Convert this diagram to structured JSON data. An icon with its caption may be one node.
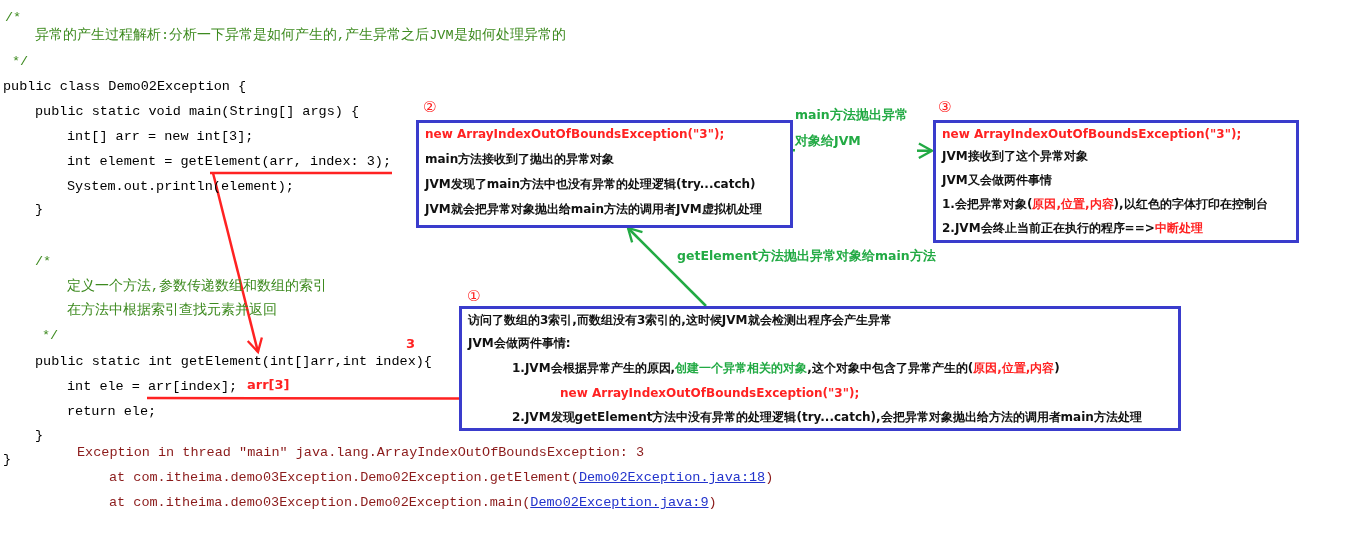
{
  "diagram": {
    "nodes": [
      {
        "text": [
          "②",
          "new ArrayIndexOutOfBoundsException(\"3\");",
          "main方法接收到了抛出的异常对象",
          "JVM发现了main方法中也没有异常的处理逻辑(try...catch)",
          "JVM就会把异常对象抛出给main方法的调用者JVM虚拟机处理"
        ]
      },
      {
        "text": [
          "③",
          "new ArrayIndexOutOfBoundsException(\"3\");",
          "JVM接收到了这个异常对象",
          "JVM又会做两件事情",
          "1.会把异常对象(*原因,位置,内容*),以红色的字体打印在控制台",
          "2.JVM会终止当前正在执行的程序==>*中断处理*"
        ]
      },
      {
        "text": [
          "①",
          "访问了数组的3索引,而数组没有3索引的,这时候JVM就会检测出程序会产生异常",
          "JVM会做两件事情:",
          "1.JVM会根据异常产生的原因,**创建一个异常相关的对象**,这个对象中包含了异常产生的(*原因,位置,内容*)",
          "new ArrayIndexOutOfBoundsException(\"3\");",
          "2.JVM发现getElement方法中没有异常的处理逻辑(try...catch),会把异常对象抛出给方法的调用者main方法处理"
        ]
      },
      {
        "text": [
          "int element = getElement(arr, index: 3);"
        ]
      },
      {
        "text": [
          "public static int getElement(int[]arr,int index){"
        ]
      },
      {
        "text": [
          "int ele = arr[index];"
        ]
      }
    ],
    "edges": [
      {
        "from": 3,
        "to": 4,
        "arrow": "to",
        "color": "#ff2222"
      },
      {
        "from": 5,
        "to": 2,
        "arrow": "none",
        "color": "#ff2222",
        "label": "3"
      },
      {
        "from": 2,
        "to": 0,
        "arrow": "to",
        "color": "#22aa44",
        "label": "getElement方法抛出异常对象给main方法"
      },
      {
        "from": 0,
        "to": 1,
        "arrow": "to",
        "color": "#22aa44",
        "label": "main方法抛出异常对象给JVM"
      }
    ],
    "labels": [
      "/*",
      "异常的产生过程解析:分析一下异常是如何产生的,产生异常之后JVM是如何处理异常的",
      "*/",
      "public class Demo02Exception {",
      "public static void main(String[] args) {",
      "int[] arr = new int[3];",
      "System.out.println(element);",
      "}",
      "/*",
      "定义一个方法,参数传递数组和数组的索引",
      "在方法中根据索引查找元素并返回",
      "*/",
      "arr[3]",
      "return ele;",
      "}",
      "Exception in thread \"main\" java.lang.ArrayIndexOutOfBoundsException: 3",
      "at com.itheima.demo03Exception.Demo02Exception.getElement(*Demo02Exception.java:18*)",
      "at com.itheima.demo03Exception.Demo02Exception.main(*Demo02Exception.java:9*)",
      "}"
    ]
  }
}
